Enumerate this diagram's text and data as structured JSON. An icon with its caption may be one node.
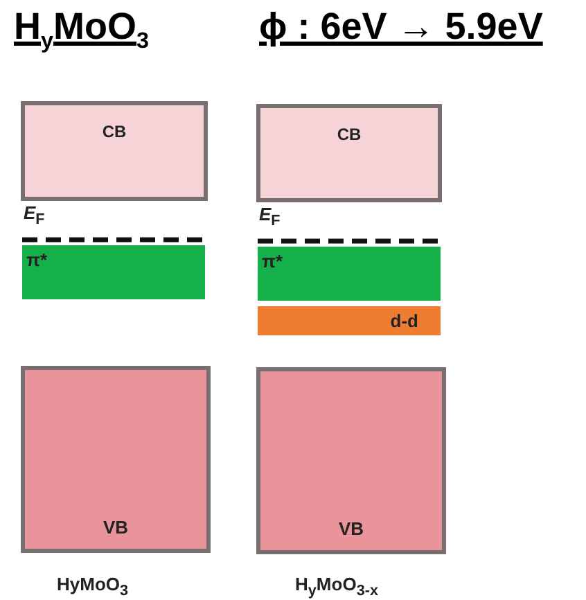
{
  "diagram": {
    "title": "H$_{y}$MoO$_{3}$",
    "nodes": [
      {
        "text": [
          "CB"
        ]
      },
      {
        "text": [
          "CB"
        ]
      },
      {
        "text": [
          "π*"
        ]
      },
      {
        "text": [
          "π*"
        ]
      },
      {
        "text": [
          "d-d"
        ]
      },
      {
        "text": [
          "VB"
        ]
      },
      {
        "text": [
          "VB"
        ]
      }
    ],
    "labels": [
      "ϕ : 6eV → 5.9eV",
      "*E*$_{F}$",
      "*E*$_{F}$",
      "HyMoO$_{3}$",
      "H$_{y}$MoO$_{3-x}$"
    ]
  }
}
